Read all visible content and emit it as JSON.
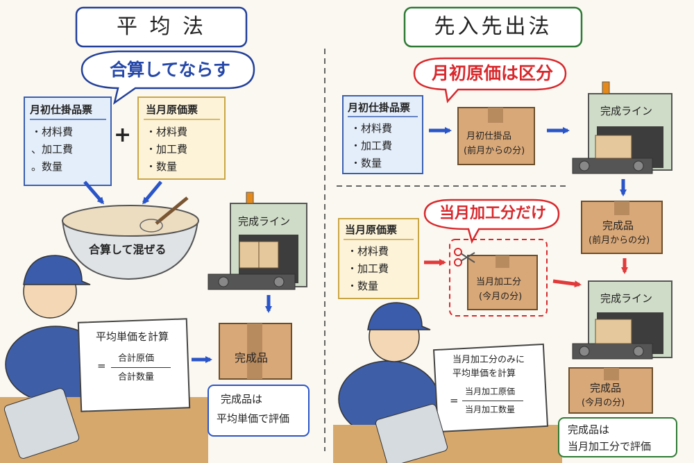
{
  "left": {
    "title": "平 均 法",
    "bubble": "合算してならす",
    "opening_wip": {
      "title": "月初仕掛品票",
      "items": [
        "・材料費",
        "、加工費",
        "。数量"
      ]
    },
    "plus": "+",
    "current_cost": {
      "title": "当月原価票",
      "items": [
        "・材料費",
        "・加工費",
        "・数量"
      ]
    },
    "bowl_label": "合算して混ぜる",
    "line_label": "完成ライン",
    "notebook": {
      "title": "平均単価を計算",
      "equals": "=",
      "numerator": "合計原価",
      "denominator": "合計数量"
    },
    "finished_label": "完成品",
    "note": [
      "完成品は",
      "平均単価で評価"
    ]
  },
  "right": {
    "title": "先入先出法",
    "bubble_top": "月初原価は区分",
    "opening_wip": {
      "title": "月初仕掛品票",
      "items": [
        "・材料費",
        "・加工費",
        "・数量"
      ]
    },
    "box_opening": [
      "月初仕掛品",
      "(前月からの分)"
    ],
    "line_label_top": "完成ライン",
    "finished_prev": [
      "完成品",
      "(前月からの分)"
    ],
    "bubble_bottom": "当月加工分だけ",
    "current_cost": {
      "title": "当月原価票",
      "items": [
        "・材料費",
        "・加工費",
        "・数量"
      ]
    },
    "box_current": [
      "当月加工分",
      "(今月の分)"
    ],
    "line_label_bottom": "完成ライン",
    "notebook": {
      "title_lines": [
        "当月加工分のみに",
        "平均単価を計算"
      ],
      "equals": "=",
      "numerator": "当月加工原価",
      "denominator": "当月加工数量"
    },
    "finished_current": [
      "完成品",
      "(今月の分)"
    ],
    "note": [
      "完成品は",
      "当月加工分で評価"
    ]
  }
}
